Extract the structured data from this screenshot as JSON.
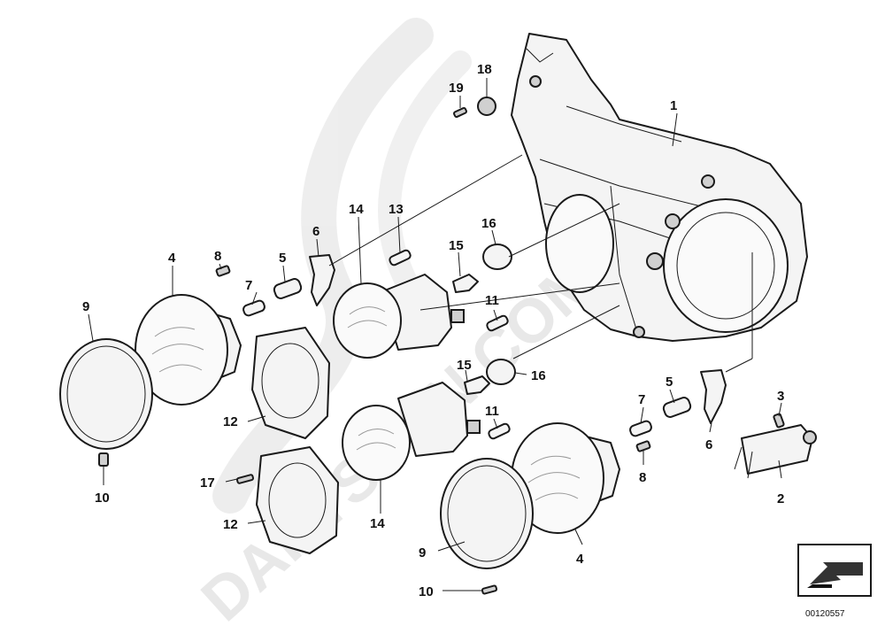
{
  "watermark": {
    "text": "DARTSSAN.COM",
    "color": "#e6e6e6"
  },
  "diagram_ref": "00120557",
  "callouts": [
    {
      "id": "c1",
      "label": "1"
    },
    {
      "id": "c2",
      "label": "2"
    },
    {
      "id": "c3",
      "label": "3"
    },
    {
      "id": "c4a",
      "label": "4"
    },
    {
      "id": "c4b",
      "label": "4"
    },
    {
      "id": "c5a",
      "label": "5"
    },
    {
      "id": "c5b",
      "label": "5"
    },
    {
      "id": "c6a",
      "label": "6"
    },
    {
      "id": "c6b",
      "label": "6"
    },
    {
      "id": "c7a",
      "label": "7"
    },
    {
      "id": "c7b",
      "label": "7"
    },
    {
      "id": "c8a",
      "label": "8"
    },
    {
      "id": "c8b",
      "label": "8"
    },
    {
      "id": "c9a",
      "label": "9"
    },
    {
      "id": "c9b",
      "label": "9"
    },
    {
      "id": "c10a",
      "label": "10"
    },
    {
      "id": "c10b",
      "label": "10"
    },
    {
      "id": "c11a",
      "label": "11"
    },
    {
      "id": "c11b",
      "label": "11"
    },
    {
      "id": "c12a",
      "label": "12"
    },
    {
      "id": "c12b",
      "label": "12"
    },
    {
      "id": "c13",
      "label": "13"
    },
    {
      "id": "c14a",
      "label": "14"
    },
    {
      "id": "c14b",
      "label": "14"
    },
    {
      "id": "c15a",
      "label": "15"
    },
    {
      "id": "c15b",
      "label": "15"
    },
    {
      "id": "c16a",
      "label": "16"
    },
    {
      "id": "c16b",
      "label": "16"
    },
    {
      "id": "c17",
      "label": "17"
    },
    {
      "id": "c18",
      "label": "18"
    },
    {
      "id": "c19",
      "label": "19"
    }
  ]
}
